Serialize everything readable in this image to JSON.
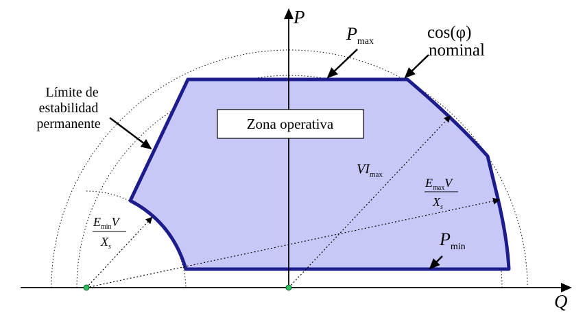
{
  "axes": {
    "p_label": "P",
    "q_label": "Q"
  },
  "labels": {
    "pmax_main": "P",
    "pmax_sub": "max",
    "cos_line1": "cos(φ)",
    "cos_line2": "nominal",
    "limit_line1": "Límite de",
    "limit_line2": "estabilidad",
    "limit_line3": "permanente",
    "zone": "Zona operativa",
    "vi_main": "VI",
    "vi_sub": "max",
    "emax_E": "E",
    "emax_sub": "max",
    "emax_V": "V",
    "emax_X": "X",
    "emax_xsub": "s",
    "emin_E": "E",
    "emin_sub": "min",
    "emin_V": "V",
    "emin_X": "X",
    "emin_xsub": "s",
    "pmin_main": "P",
    "pmin_sub": "min"
  },
  "colors": {
    "region_fill": "#c8c8f8",
    "region_stroke": "#1c1c8c",
    "axis": "#000000",
    "origin_dot": "#2fbf5f"
  }
}
